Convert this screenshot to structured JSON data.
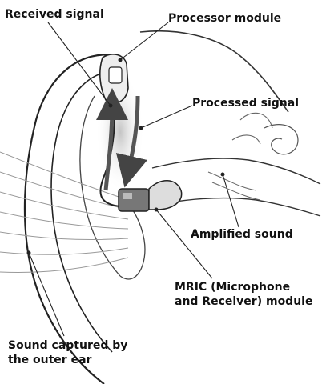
{
  "labels": {
    "received_signal": "Received signal",
    "processor_module": "Processor  module",
    "processed_signal": "Processed signal",
    "amplified_sound": "Amplified sound",
    "mric_line1": "MRIC (Microphone",
    "mric_line2": "and Receiver) module",
    "sound_line1": "Sound captured by",
    "sound_line2": "the outer ear"
  },
  "colors": {
    "ink": "#222222",
    "signal": "#555555",
    "glow": "#cfcfcf"
  }
}
